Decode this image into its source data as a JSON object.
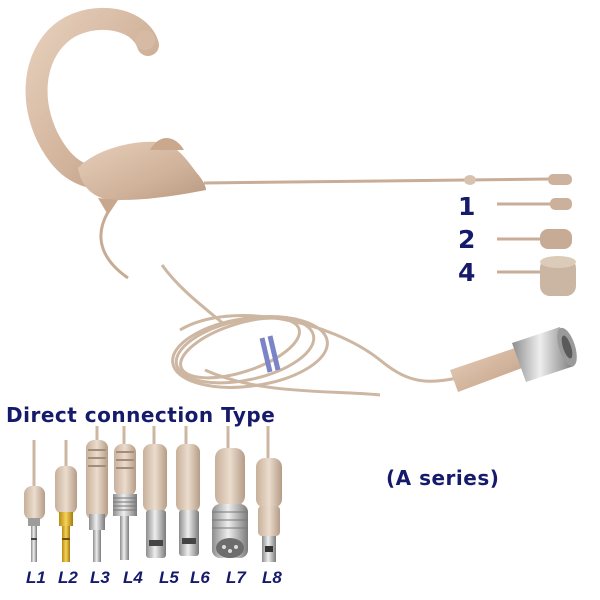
{
  "heading": "Direct connection Type",
  "series_label": "(A series)",
  "windscreen_numbers": [
    "1",
    "2",
    "4"
  ],
  "plug_labels": [
    "L1",
    "L2",
    "L3",
    "L4",
    "L5",
    "L6",
    "L7",
    "L8"
  ],
  "colors": {
    "text": "#151a6b",
    "headset_beige": "#d2b59d",
    "cable_beige": "#cdb7a2",
    "metal": "#b8b8b8",
    "gold": "#e2b21a",
    "background": "#ffffff"
  }
}
